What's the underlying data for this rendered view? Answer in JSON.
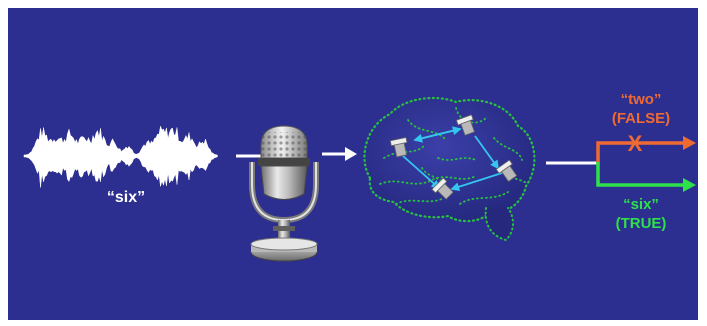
{
  "diagram": {
    "spoken_word": "“six”",
    "output_false": {
      "word": "“two”",
      "status": "(FALSE)",
      "mark": "X"
    },
    "output_true": {
      "word": "“six”",
      "status": "(TRUE)"
    }
  },
  "colors": {
    "background": "#2c2f8f",
    "false_accent": "#ef6a33",
    "true_accent": "#2ee04a",
    "arrow": "#ffffff",
    "brain_dots": "#27c040",
    "network_arrows": "#35c6ef"
  },
  "icons": [
    "waveform-icon",
    "arrow-right-icon",
    "microphone-icon",
    "brain-icon",
    "arrow-right-icon"
  ]
}
